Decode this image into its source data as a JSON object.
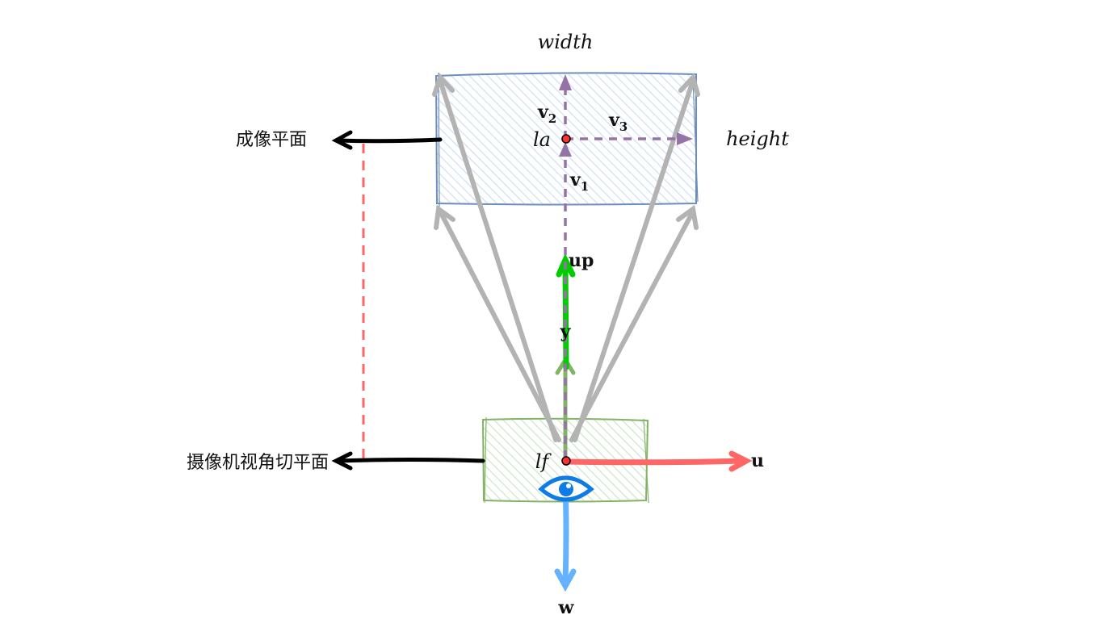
{
  "labels": {
    "width": "width",
    "height": "height",
    "la": "la",
    "lf": "lf",
    "v1_base": "v",
    "v1_sub": "1",
    "v2_base": "v",
    "v2_sub": "2",
    "v3_base": "v",
    "v3_sub": "3",
    "up": "up",
    "y": "y",
    "u": "u",
    "w": "w",
    "image_plane": "成像平面",
    "camera_plane": "摄像机视角切平面"
  },
  "icons": {
    "eye": "eye-icon"
  },
  "colors": {
    "image_plane_stroke": "#6c8ebf",
    "image_plane_fill": "#cfe0f7",
    "camera_plane_stroke": "#82b366",
    "camera_plane_fill": "#d5e8d4",
    "rays": "#b3b3b3",
    "v_vectors": "#9673a6",
    "up_vector": "#00cc00",
    "y_vector": "#82b366",
    "u_vector": "#ff6666",
    "w_vector": "#66b2ff",
    "eye": "#0f7be6",
    "guide_dashed": "#ff6666",
    "label_arrows": "#000000",
    "points": "#ff3333"
  }
}
